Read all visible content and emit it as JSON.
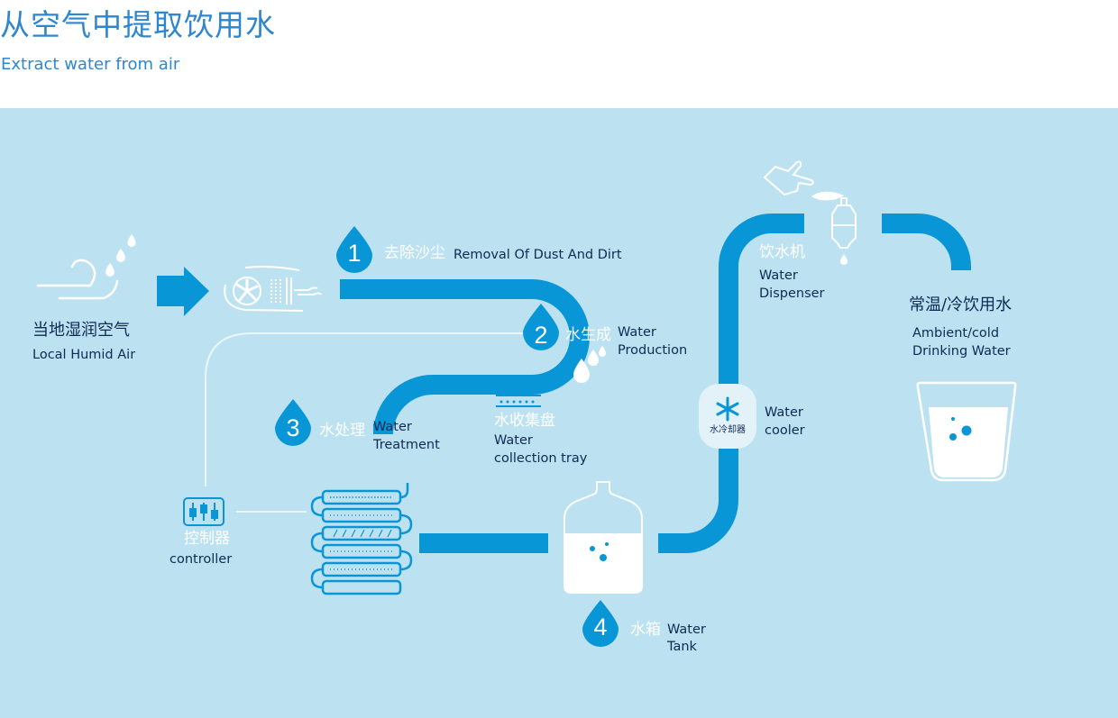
{
  "header": {
    "title": "从空气中提取饮用水",
    "subtitle": "Extract water from air"
  },
  "colors": {
    "title_blue": "#2e86d0",
    "panel_bg": "#bce2f1",
    "pipe_blue": "#0996d6",
    "text_dark": "#0f2a54",
    "white": "#ffffff"
  },
  "source": {
    "zh": "当地湿润空气",
    "en": "Local Humid Air",
    "icon": "humid-air-icon"
  },
  "steps": [
    {
      "number": "1",
      "zh": "去除沙尘",
      "en_line1": "Removal Of Dust And Dirt",
      "en_line2": ""
    },
    {
      "number": "2",
      "zh": "水生成",
      "en_line1": "Water",
      "en_line2": "Production"
    },
    {
      "number": "3",
      "zh": "水处理",
      "en_line1": "Water",
      "en_line2": "Treatment"
    },
    {
      "number": "4",
      "zh": "水箱",
      "en_line1": "Water",
      "en_line2": "Tank"
    }
  ],
  "collection_tray": {
    "zh": "水收集盘",
    "en_line1": "Water",
    "en_line2": "collection tray"
  },
  "controller": {
    "zh": "控制器",
    "en": "controller"
  },
  "cooler": {
    "zh": "水冷却器",
    "en_line1": "Water",
    "en_line2": "cooler"
  },
  "dispenser": {
    "zh": "饮水机",
    "en_line1": "Water",
    "en_line2": "Dispenser"
  },
  "output": {
    "zh": "常温/冷饮用水",
    "en_line1": "Ambient/cold",
    "en_line2": "Drinking Water"
  }
}
